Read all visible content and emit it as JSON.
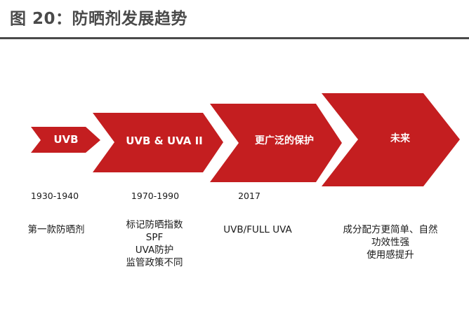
{
  "header": {
    "title": "图 20：防晒剂发展趋势"
  },
  "colors": {
    "chevron_fill": "#c41e20",
    "title_text": "#4a4a4a",
    "divider": "#4a4a4a",
    "body_text": "#1a1a1a",
    "chevron_text": "#ffffff"
  },
  "stages": [
    {
      "label": "UVB",
      "year": "1930-1940",
      "desc": [
        "第一款防晒剂"
      ]
    },
    {
      "label": "UVB & UVA II",
      "year": "1970-1990",
      "desc": [
        "标记防晒指数",
        "SPF",
        "UVA防护",
        "监管政策不同"
      ]
    },
    {
      "label": "更广泛的保护",
      "year": "2017",
      "desc": [
        "UVB/FULL UVA"
      ]
    },
    {
      "label": "未来",
      "year": "",
      "desc": [
        "成分配方更简单、自然",
        "功效性强",
        "使用感提升"
      ]
    }
  ]
}
